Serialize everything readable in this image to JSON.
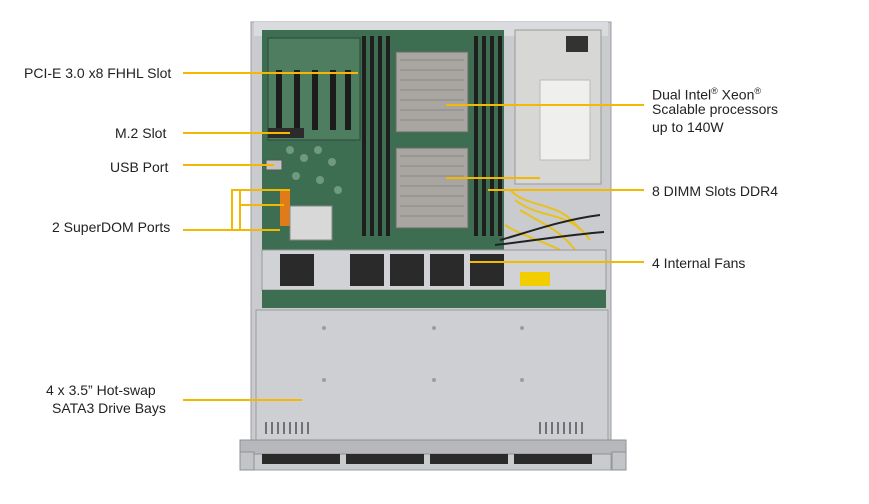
{
  "diagram": {
    "callouts": {
      "pcie": "PCI-E 3.0 x8 FHHL Slot",
      "m2": "M.2 Slot",
      "usb": "USB Port",
      "superdom": "2 SuperDOM Ports",
      "drive_bays_line1": "4 x 3.5” Hot-swap",
      "drive_bays_line2": "SATA3 Drive Bays",
      "cpu_line1_a": "Dual Intel",
      "cpu_line1_b": " Xeon",
      "cpu_sup": "®",
      "cpu_line2": "Scalable processors",
      "cpu_line3": "up to 140W",
      "dimm": "8 DIMM Slots DDR4",
      "fans": "4 Internal Fans"
    },
    "colors": {
      "callout_line": "#f5b800",
      "chassis": "#c9cbce",
      "chassis_dark": "#8d9095",
      "board": "#3e6e52",
      "heatsink": "#a9a6a2",
      "psu": "#d7d7d5",
      "text": "#222222"
    }
  }
}
